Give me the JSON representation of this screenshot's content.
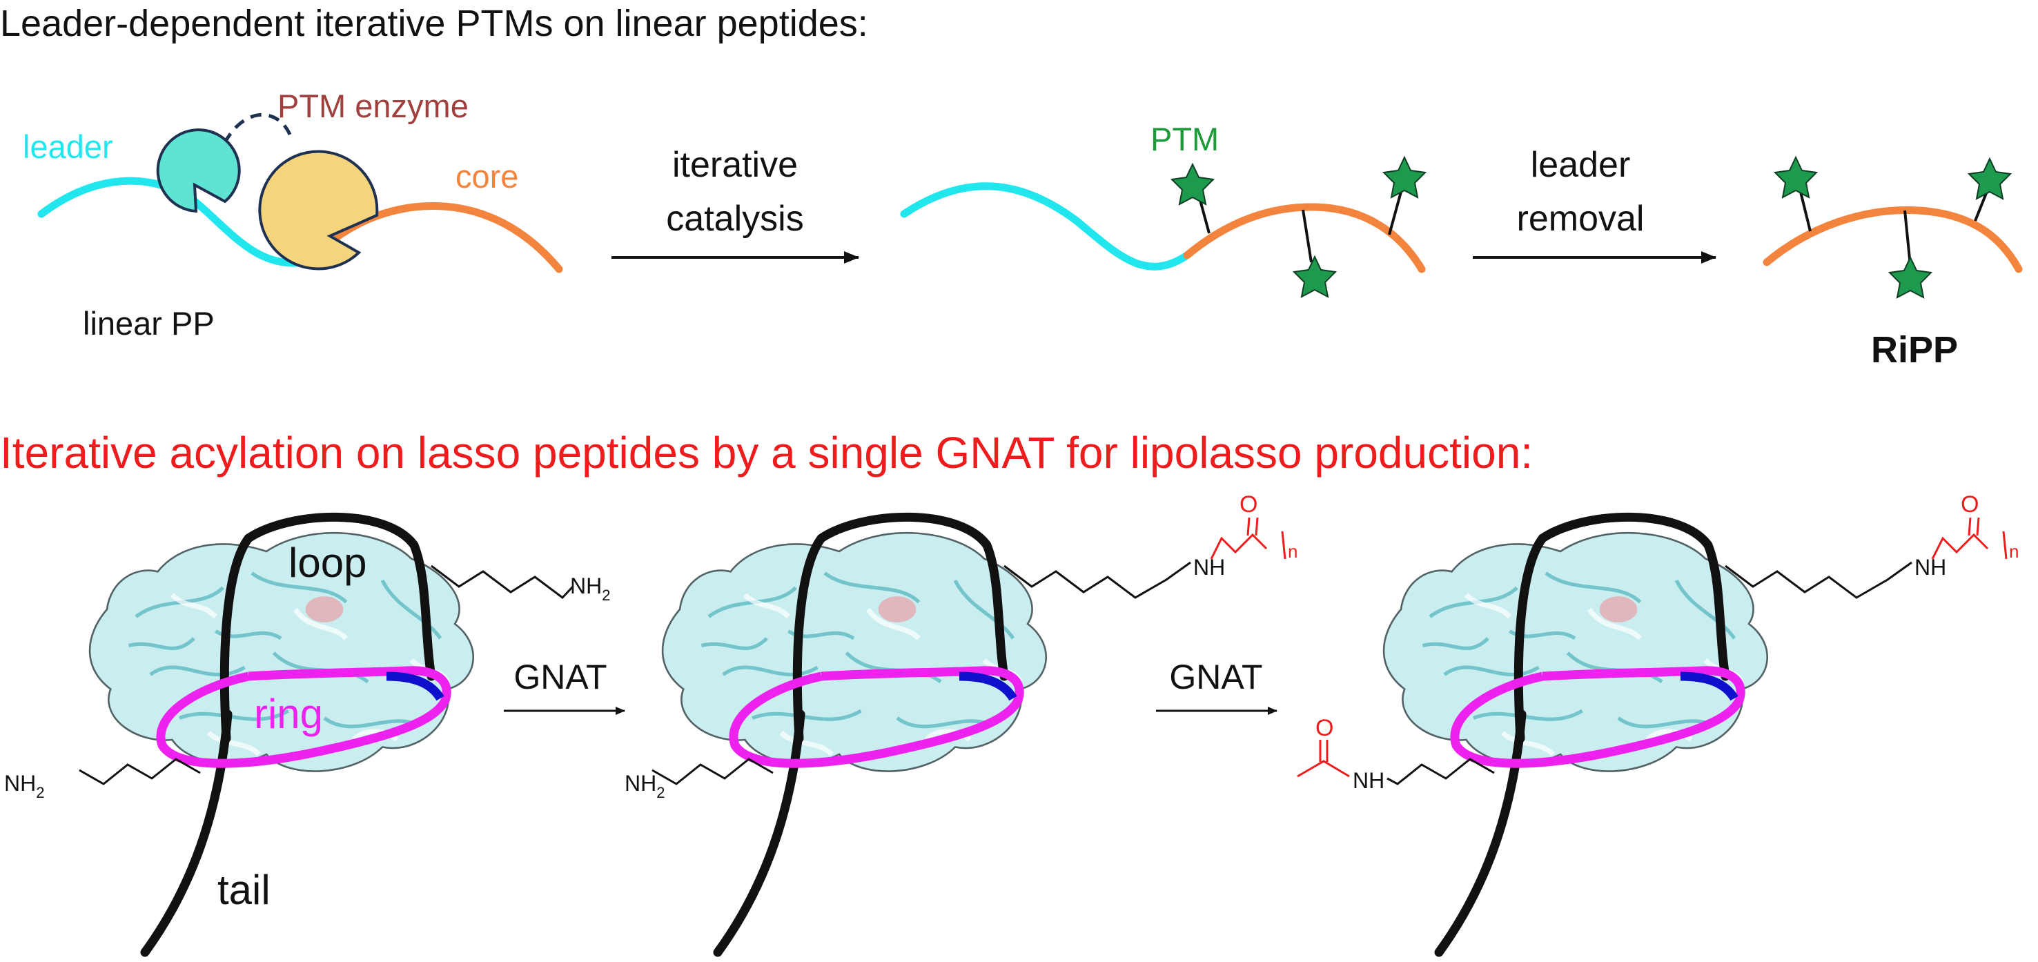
{
  "top": {
    "title": "Leader-dependent iterative PTMs on linear peptides:",
    "leader_label": "leader",
    "enzyme_label": "PTM enzyme",
    "core_label": "core",
    "substrate_label": "linear PP",
    "step1_line1": "iterative",
    "step1_line2": "catalysis",
    "ptm_label": "PTM",
    "step2_line1": "leader",
    "step2_line2": "removal",
    "product_label": "RiPP"
  },
  "bottom": {
    "title": "Iterative acylation on lasso peptides by a single GNAT for lipolasso production:",
    "loop_label": "loop",
    "ring_label": "ring",
    "tail_label": "tail",
    "amine_label": "NH",
    "amine_sub": "2",
    "amide_label": "NH",
    "carbonyl_label": "O",
    "repeat_label": "n",
    "arrow1_label": "GNAT",
    "arrow2_label": "GNAT"
  },
  "colors": {
    "leader": "#22e6ee",
    "core": "#f2843e",
    "enzyme_left": "#5fe3d2",
    "enzyme_right": "#f4d57e",
    "ptm_star": "#1e9a4e",
    "ptm_text": "#1f9a3a",
    "enzyme_text": "#a0403e",
    "red": "#ee1c1c",
    "ring": "#ee22ee",
    "ring_segment": "#1010cc",
    "protein_teal": "#7fd6dc",
    "black": "#111111"
  }
}
